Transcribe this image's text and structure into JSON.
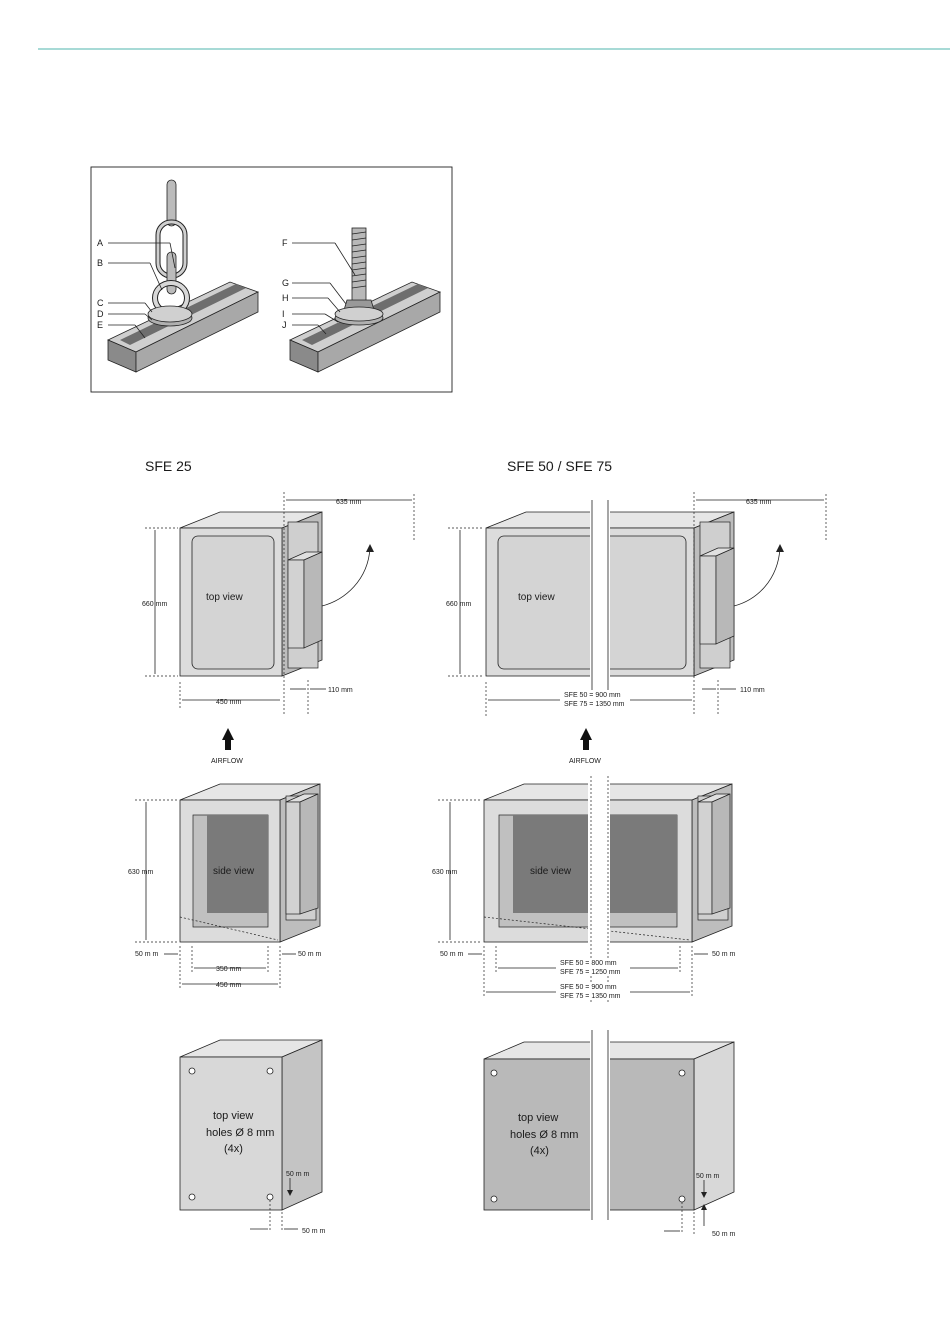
{
  "colors": {
    "rule": "#4fb5ae",
    "box_light": "#dcdcdc",
    "box_mid": "#c8c8c8",
    "box_dark": "#777777",
    "panel": "#b9b9b9"
  },
  "callouts": {
    "A": "A",
    "B": "B",
    "C": "C",
    "D": "D",
    "E": "E",
    "F": "F",
    "G": "G",
    "H": "H",
    "I": "I",
    "J": "J"
  },
  "headings": {
    "sfe25": "SFE 25",
    "sfe50": "SFE 50 / SFE 75"
  },
  "labels": {
    "top_view": "top view",
    "side_view": "side view",
    "airflow": "AIRFLOW",
    "holes_line1": "top view",
    "holes_line2": "holes Ø 8 mm",
    "holes_line3": "(4x)"
  },
  "dims": {
    "d635": "635 mm",
    "d660": "660 mm",
    "d630": "630 mm",
    "d110": "110  mm",
    "d450": "450 mm",
    "d350": "350 mm",
    "d50": "50 m m",
    "sfe_900_a": "SFE 50 = 900 mm",
    "sfe_900_b": "SFE 75 = 1350 mm",
    "sfe_800_a": "SFE 50 = 800 mm",
    "sfe_800_b": "SFE 75 = 1250 mm"
  }
}
